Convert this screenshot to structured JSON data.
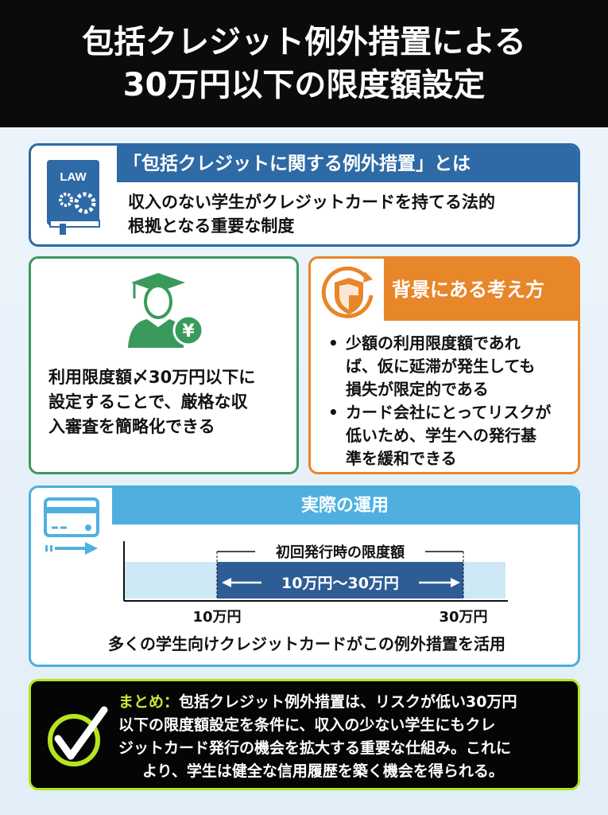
{
  "header": {
    "title_lines": [
      "包括クレジット例外措置による",
      "30万円以下の限度額設定"
    ]
  },
  "definition": {
    "icon": "law-book-icon",
    "icon_label": "LAW",
    "title": "「包括クレジットに関する例外措置」とは",
    "lines": [
      "収入のない学生がクレジットカードを持てる法的",
      "根拠となる重要な制度"
    ]
  },
  "student": {
    "icon": "student-yen-icon",
    "yen": "¥",
    "lines": [
      "利用限度額〆30万円以下に",
      "設定することで、厳格な収",
      "入審査を簡略化できる"
    ]
  },
  "background": {
    "icon": "shield-icon",
    "title": "背景にある考え方",
    "bullets": [
      [
        "少額の利用限度額であれ",
        "ば、仮に延滞が発生しても",
        "損失が限定的である"
      ],
      [
        "カード会社にとってリスクが",
        "低いため、学生への発行基",
        "準を緩和できる"
      ]
    ]
  },
  "operation": {
    "icon": "credit-card-icon",
    "title": "実際の運用",
    "range_caption": "初回発行時の限度額",
    "range_label": "10万円〜30万円",
    "tick_low": "10万円",
    "tick_high": "30万円",
    "footer": "多くの学生向けクレジットカードがこの例外措置を活用"
  },
  "summary": {
    "icon": "checkmark-icon",
    "label": "まとめ：",
    "lines": [
      "包括クレジット例外措置は、リスクが低い30万円",
      "以下の限度額設定を条件に、収入の少ない学生にもクレ",
      "ジットカード発行の機会を拡大する重要な仕組み。これに",
      "より、学生は健全な信用履歴を築く機会を得られる。"
    ]
  },
  "colors": {
    "blue": "#2e6aa5",
    "green": "#3a9a5b",
    "orange": "#e8862a",
    "lightblue": "#4fb0e0",
    "lime": "#b5e61d",
    "navy": "#2d5d94"
  }
}
